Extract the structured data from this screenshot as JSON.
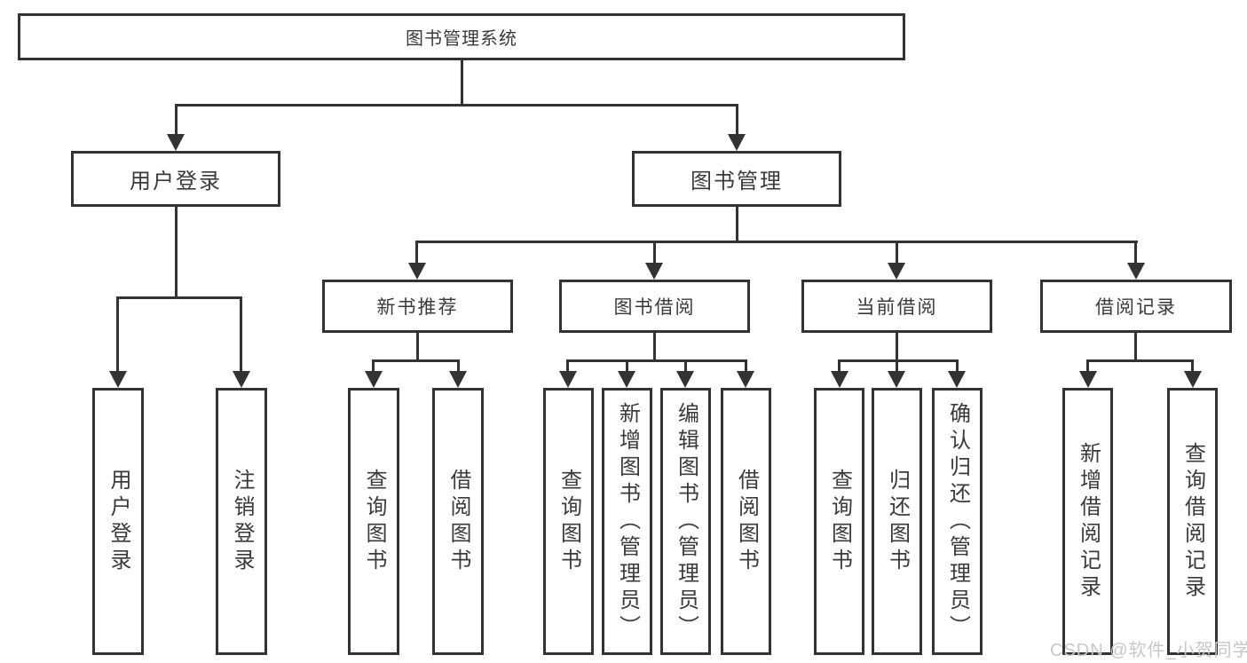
{
  "diagram_title": "图书管理系统",
  "tree": {
    "root": {
      "label": "图书管理系统",
      "children": [
        {
          "label": "用户登录",
          "children": [
            {
              "label": "用户登录"
            },
            {
              "label": "注销登录"
            }
          ]
        },
        {
          "label": "图书管理",
          "children": [
            {
              "label": "新书推荐",
              "children": [
                {
                  "label": "查询图书"
                },
                {
                  "label": "借阅图书"
                }
              ]
            },
            {
              "label": "图书借阅",
              "children": [
                {
                  "label": "查询图书"
                },
                {
                  "label": "新增图书（管理员）"
                },
                {
                  "label": "编辑图书（管理员）"
                },
                {
                  "label": "借阅图书"
                }
              ]
            },
            {
              "label": "当前借阅",
              "children": [
                {
                  "label": "查询图书"
                },
                {
                  "label": "归还图书"
                },
                {
                  "label": "确认归还（管理员）"
                }
              ]
            },
            {
              "label": "借阅记录",
              "children": [
                {
                  "label": "新增借阅记录"
                },
                {
                  "label": "查询借阅记录"
                }
              ]
            }
          ]
        }
      ]
    }
  },
  "watermark": "CSDN @软件_小贺同学",
  "colors": {
    "line": "#333333",
    "box_background": "#ffffff",
    "text": "#3a3a3a",
    "watermark": "#c8c8c8"
  }
}
